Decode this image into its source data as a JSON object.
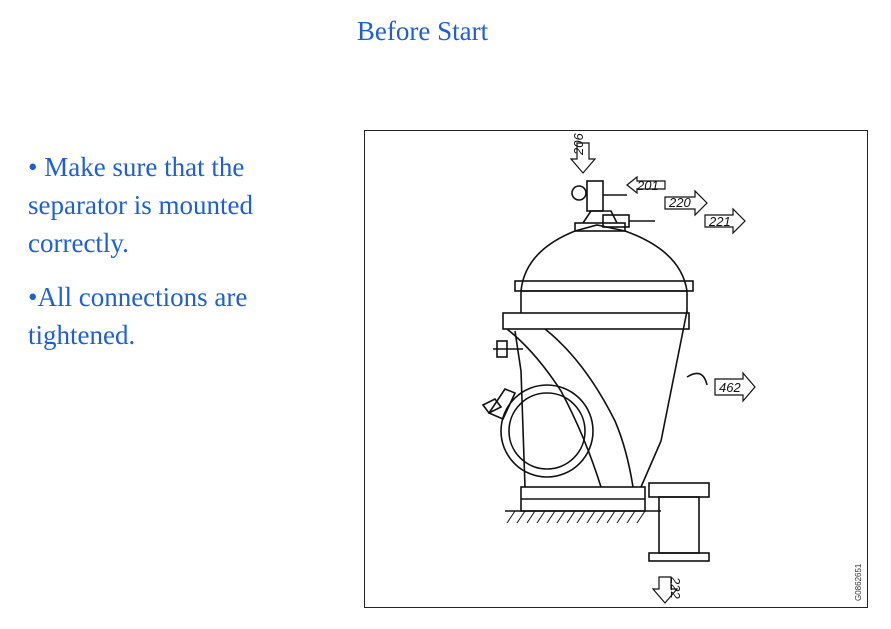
{
  "slide": {
    "title": "Before Start",
    "bullets": [
      "•  Make sure that the separator is mounted correctly.",
      "•All connections are tightened."
    ]
  },
  "figure": {
    "connections": {
      "c206": "206",
      "c201": "201",
      "c220": "220",
      "c221": "221",
      "c462": "462",
      "c222": "222"
    },
    "drawing_ref": "G0862651"
  }
}
